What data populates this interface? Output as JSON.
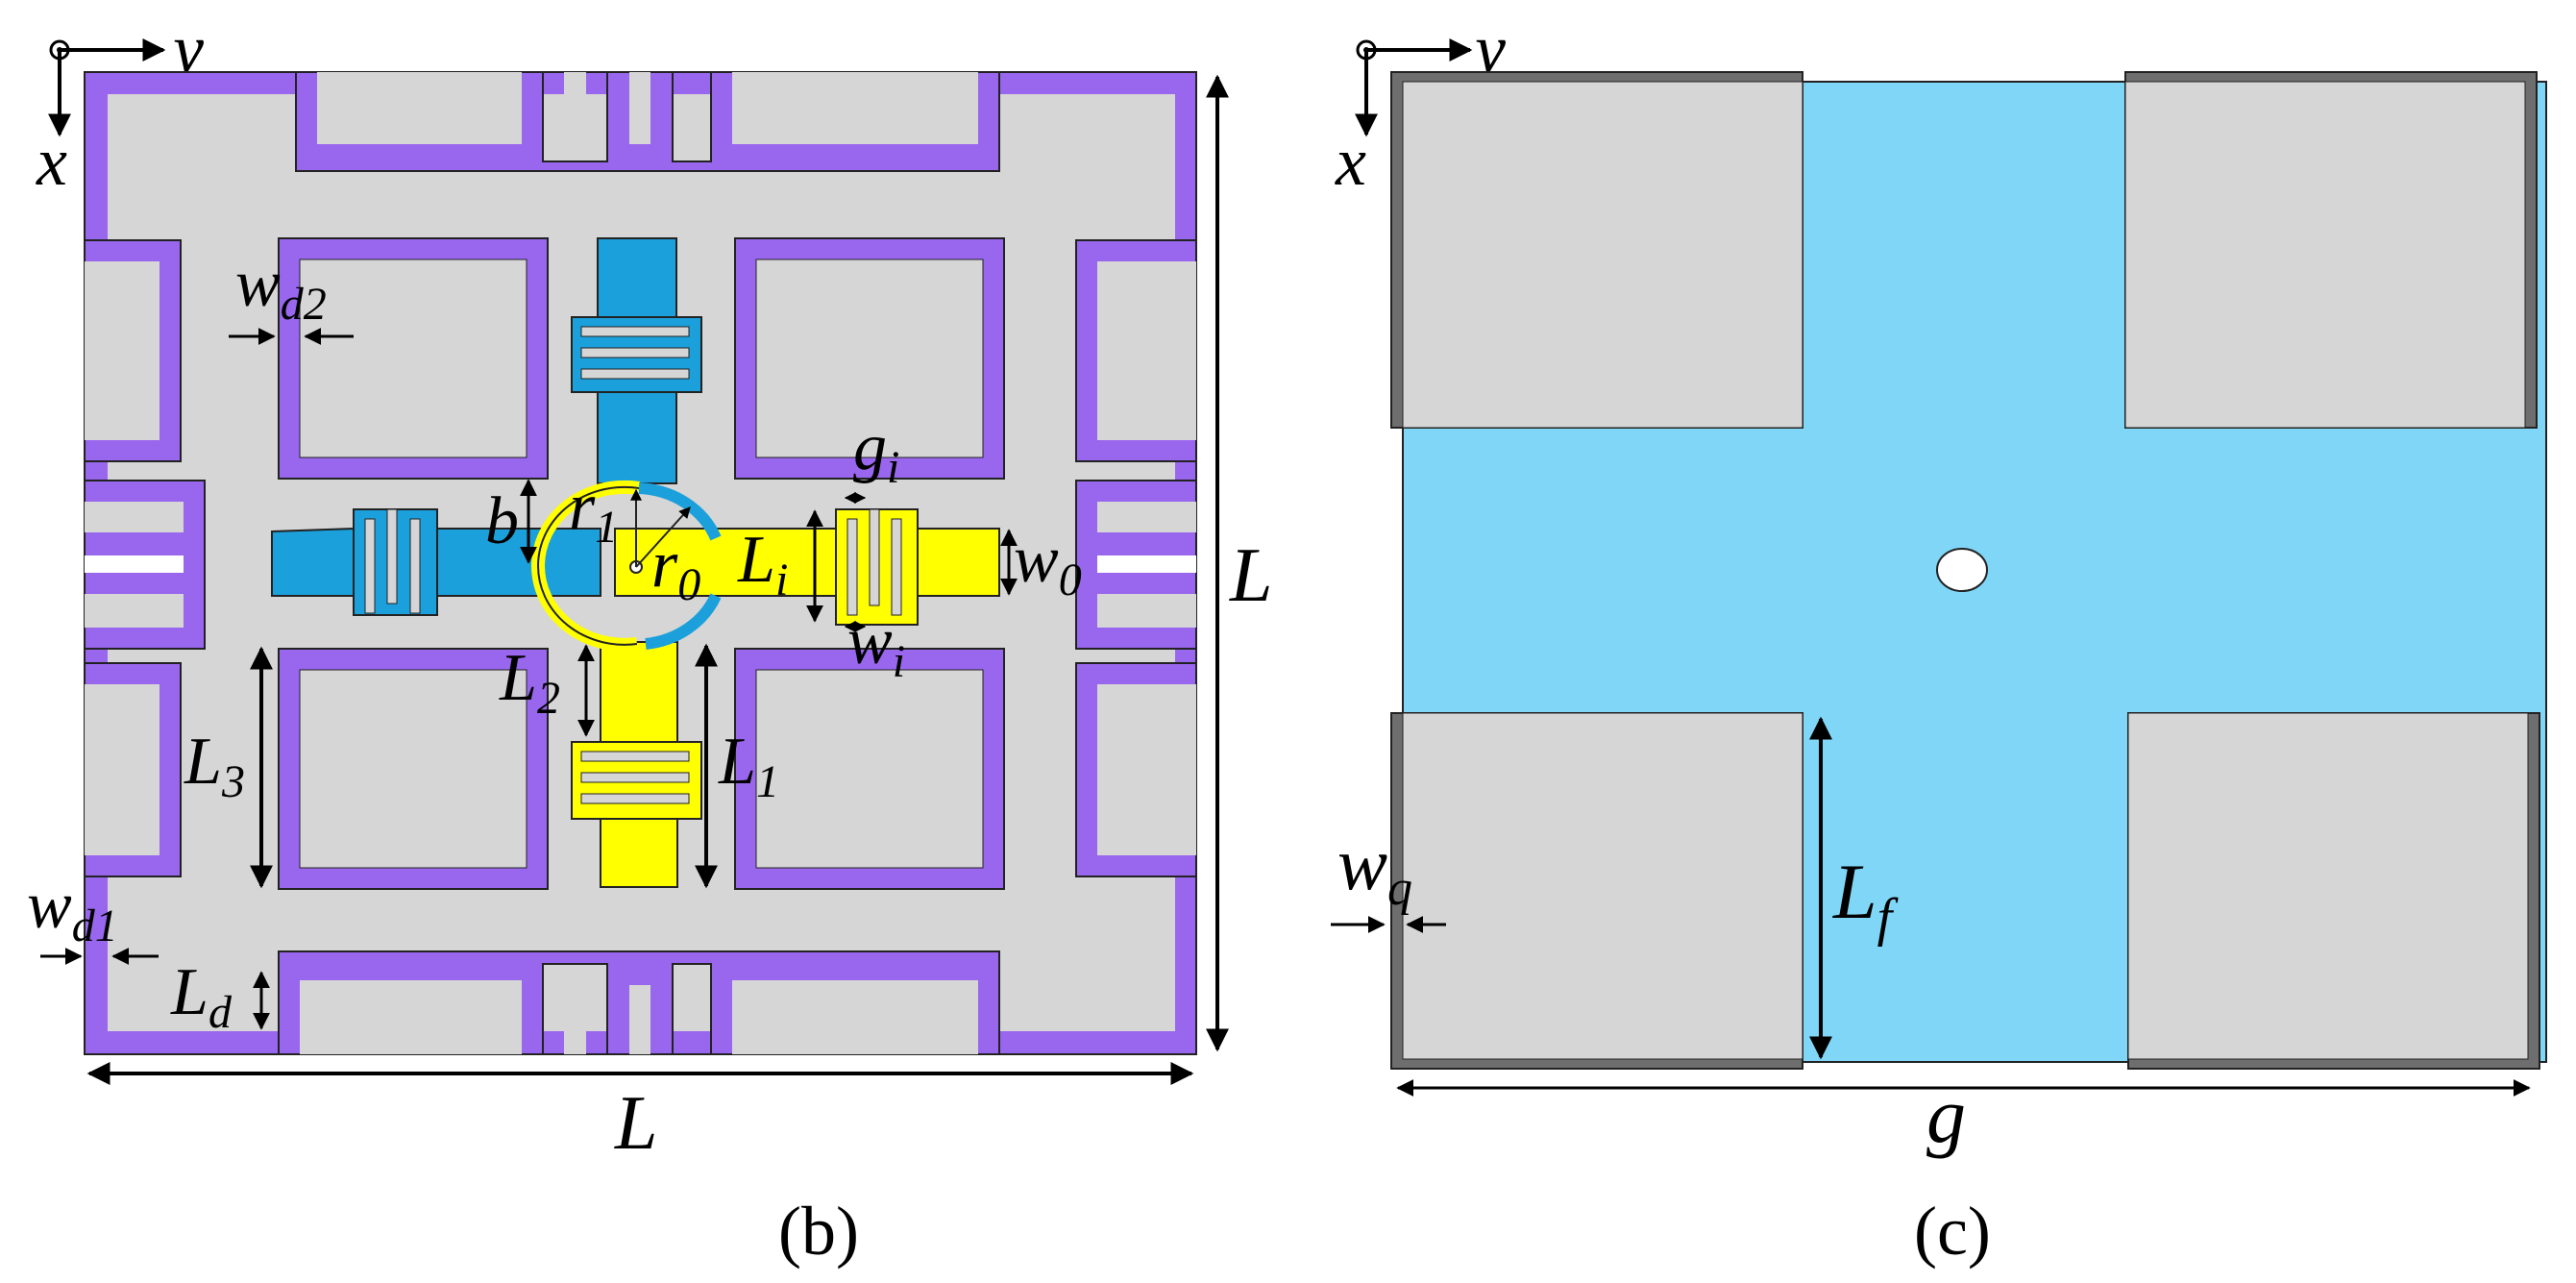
{
  "panel_b": {
    "caption": "(b)",
    "axis_y": "y",
    "axis_x": "x",
    "labels": {
      "wd2": "w",
      "wd2_sub": "d2",
      "gi": "g",
      "gi_sub": "i",
      "b": "b",
      "r1": "r",
      "r1_sub": "1",
      "r0": "r",
      "r0_sub": "0",
      "Li": "L",
      "Li_sub": "i",
      "w0": "w",
      "w0_sub": "0",
      "wi": "w",
      "wi_sub": "i",
      "L2": "L",
      "L2_sub": "2",
      "L3": "L",
      "L3_sub": "3",
      "L1": "L",
      "L1_sub": "1",
      "wd1": "w",
      "wd1_sub": "d1",
      "Ld": "L",
      "Ld_sub": "d",
      "L_right": "L",
      "L_bottom": "L"
    }
  },
  "panel_c": {
    "caption": "(c)",
    "axis_y": "y",
    "axis_x": "x",
    "labels": {
      "wq": "w",
      "wq_sub": "q",
      "Lf": "L",
      "Lf_sub": "f",
      "g": "g"
    }
  },
  "colors": {
    "purple": "#9966ee",
    "grey": "#d6d6d6",
    "blue": "#1ba0dc",
    "yellow": "#ffff00",
    "light_blue": "#80d6f6",
    "dark_grey": "#6e6e6e"
  }
}
